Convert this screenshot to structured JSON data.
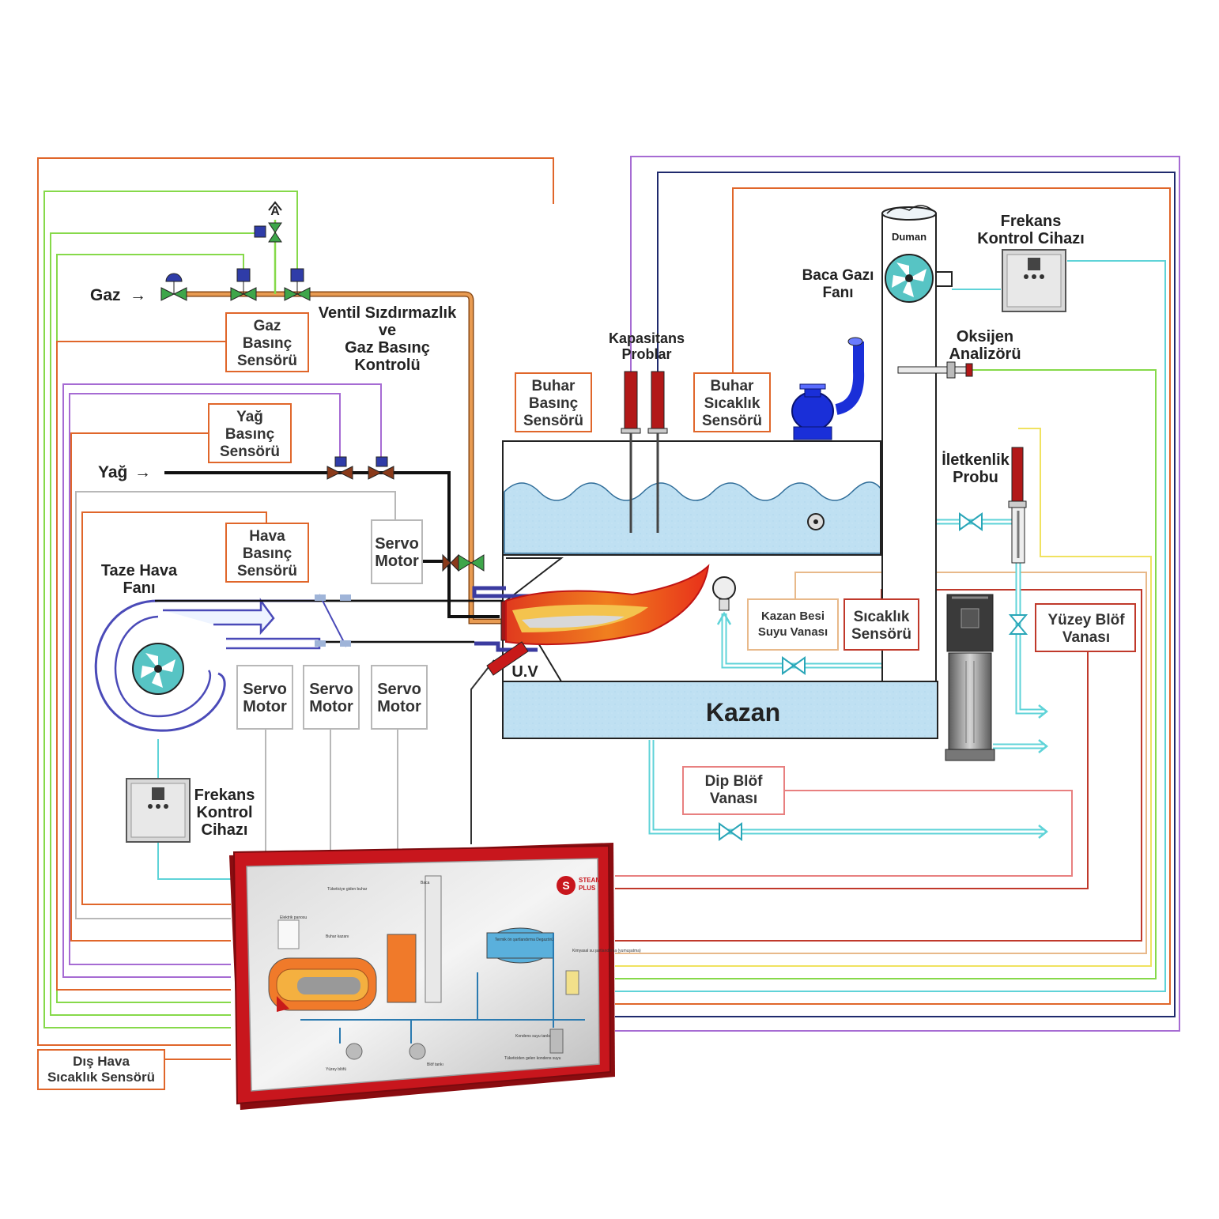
{
  "labels": {
    "gaz": "Gaz",
    "yag": "Yağ",
    "a_mark": "A",
    "gaz_basinc": [
      "Gaz",
      "Basınç",
      "Sensörü"
    ],
    "ventil": [
      "Ventil Sızdırmazlık",
      "ve",
      "Gaz Basınç",
      "Kontrolü"
    ],
    "yag_basinc": [
      "Yağ",
      "Basınç",
      "Sensörü"
    ],
    "hava_basinc": [
      "Hava",
      "Basınç",
      "Sensörü"
    ],
    "taze_hava": [
      "Taze Hava",
      "Fanı"
    ],
    "servo_motor": [
      "Servo",
      "Motor"
    ],
    "frekans_left": [
      "Frekans",
      "Kontrol",
      "Cihazı"
    ],
    "buhar_basinc": [
      "Buhar",
      "Basınç",
      "Sensörü"
    ],
    "kapasitans": [
      "Kapasitans",
      "Problar"
    ],
    "buhar_sicaklik": [
      "Buhar",
      "Sıcaklık",
      "Sensörü"
    ],
    "duman": "Duman",
    "baca_gazi": [
      "Baca Gazı",
      "Fanı"
    ],
    "frekans_right": [
      "Frekans",
      "Kontrol Cihazı"
    ],
    "oksijen": [
      "Oksijen",
      "Analizörü"
    ],
    "iletkenlik": [
      "İletkenlik",
      "Probu"
    ],
    "kazan_besi": [
      "Kazan Besi",
      "Suyu Vanası"
    ],
    "sicaklik": [
      "Sıcaklık",
      "Sensörü"
    ],
    "yuzey_blof": [
      "Yüzey Blöf",
      "Vanası"
    ],
    "uv": "U.V",
    "kazan": "Kazan",
    "dip_blof": [
      "Dip Blöf",
      "Vanası"
    ],
    "dis_hava": [
      "Dış Hava",
      "Sıcaklık Sensörü"
    ]
  },
  "panel": {
    "logo_top": "STEAM",
    "logo_bottom": "PLUS",
    "labels": {
      "tuketiciye_gelen_buhar": "Tüketiciye giden buhar",
      "elektrik_panosu": "Elektrik panosu",
      "buhar_kazani": "Buhar kazanı",
      "baca": "Baca",
      "termik": "Termik ön şartlandırma Degazörü",
      "kimyasal": "Kimyasal su şartlandırma (yumuşatma)",
      "yuzey_blofu": "Yüzey blöfü",
      "blof_tanki": "Blöf tankı",
      "kondens": "Kondens suyu tankı",
      "tuketiciden": "Tüketiciden gelen kondens suyu"
    }
  },
  "colors": {
    "orange_line": "#e0662a",
    "lime_line": "#86d94a",
    "purple_line": "#a66bd3",
    "grey_line": "#b8b8b8",
    "cyan_line": "#5fd3d8",
    "red_line": "#c0392b",
    "navy_line": "#1f2a6d",
    "yellow_line": "#f0e260",
    "water": "#bfe0f2",
    "label_box_border": "#e06a2e",
    "panel_frame": "#b3141b"
  }
}
